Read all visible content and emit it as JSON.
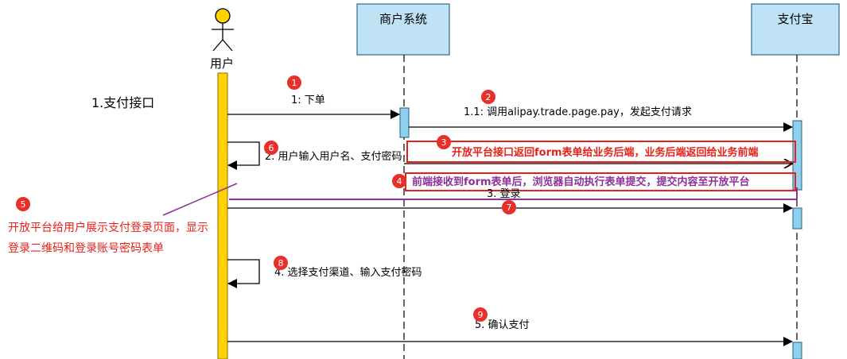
{
  "diagram": {
    "actor_label": "用户",
    "participants": [
      {
        "id": "merchant",
        "label": "商户系统"
      },
      {
        "id": "alipay",
        "label": "支付宝"
      }
    ],
    "section_title": "1.支付接口",
    "messages": [
      {
        "id": "m1",
        "label": "1: 下单"
      },
      {
        "id": "m1_1",
        "label": "1.1: 调用alipay.trade.page.pay，发起支付请求"
      },
      {
        "id": "m2",
        "label": "2. 用户输入用户名、支付密码"
      },
      {
        "id": "m3",
        "label": "3.  登录"
      },
      {
        "id": "m4",
        "label": "4. 选择支付渠道、输入支付密码"
      },
      {
        "id": "m5",
        "label": "5. 确认支付"
      }
    ],
    "annotations": [
      {
        "id": "a3",
        "text": "开放平台接口返回form表单给业务后端，业务后端返回给业务前端"
      },
      {
        "id": "a4",
        "text": "前端接收到form表单后，浏览器自动执行表单提交，提交内容至开放平台"
      },
      {
        "id": "a5_line1",
        "text": "开放平台给用户展示支付登录页面，显示"
      },
      {
        "id": "a5_line2",
        "text": "登录二维码和登录账号密码表单"
      }
    ],
    "badges": [
      "1",
      "2",
      "3",
      "4",
      "5",
      "6",
      "7",
      "8",
      "9"
    ],
    "colors": {
      "badge": "#e8302a",
      "annotation_red": "#e8201a",
      "annotation_purple": "#8e2f9a",
      "actor_head": "#ffd400",
      "lifeline_bar": "#ffd200",
      "participant_fill": "#bfe3f5",
      "activation_fill": "#8fd0ef"
    }
  }
}
